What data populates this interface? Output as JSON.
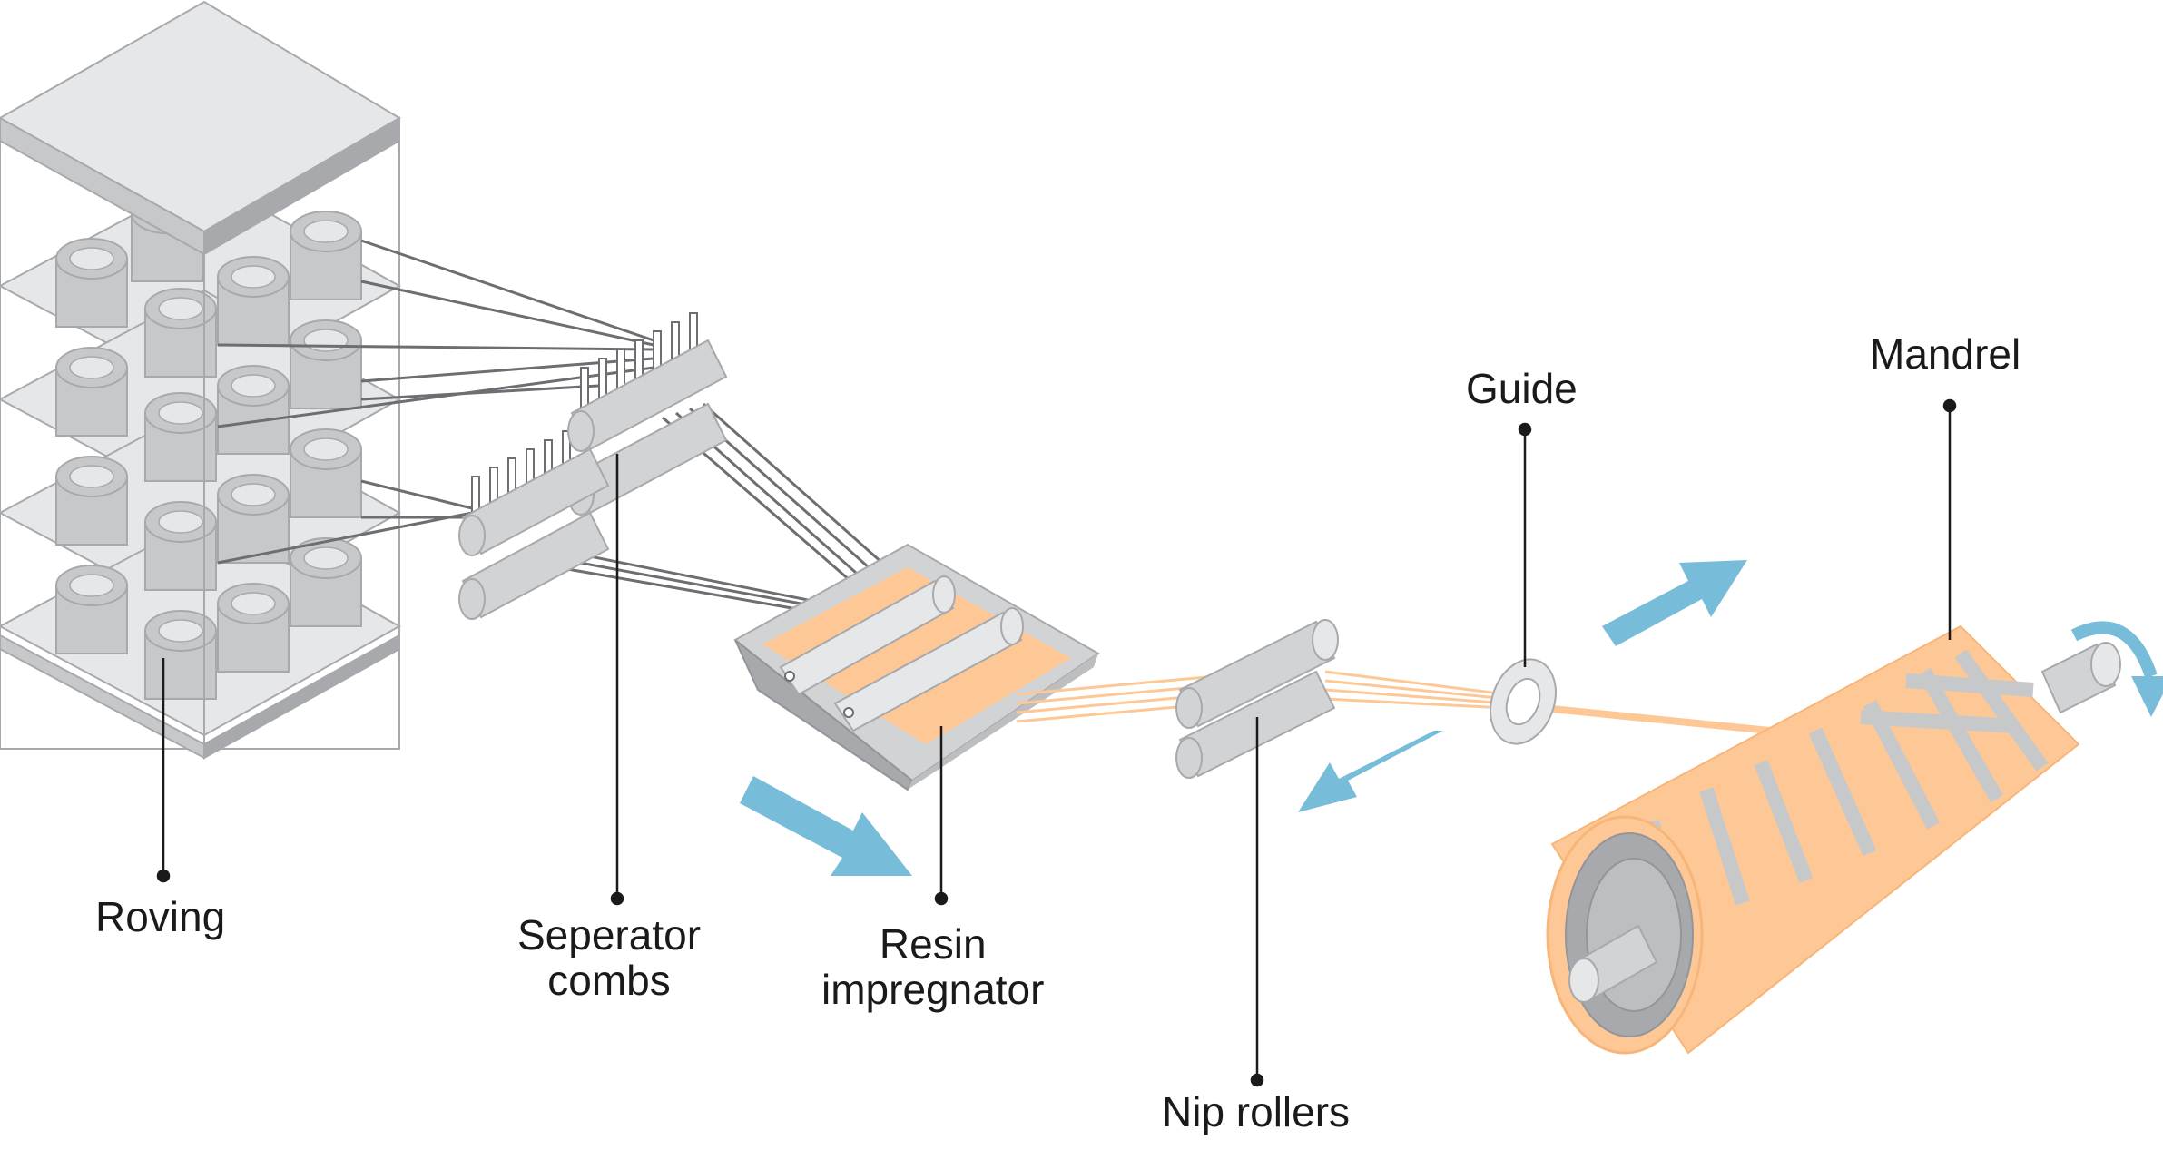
{
  "labels": {
    "roving": "Roving",
    "separator_line1": "Seperator",
    "separator_line2": "combs",
    "resin_line1": "Resin",
    "resin_line2": "impregnator",
    "nip": "Nip rollers",
    "guide": "Guide",
    "mandrel": "Mandrel"
  },
  "colors": {
    "grey_light": "#e6e7e8",
    "grey_mid": "#c7c8ca",
    "grey_dark": "#a7a9ac",
    "fiber_orange": "#fdc895",
    "arrow_blue": "#77bdd9",
    "line": "#1a1a1a"
  },
  "icons": [
    "motion-arrow-icon",
    "rotation-arrow-icon",
    "leader-dot-icon"
  ]
}
